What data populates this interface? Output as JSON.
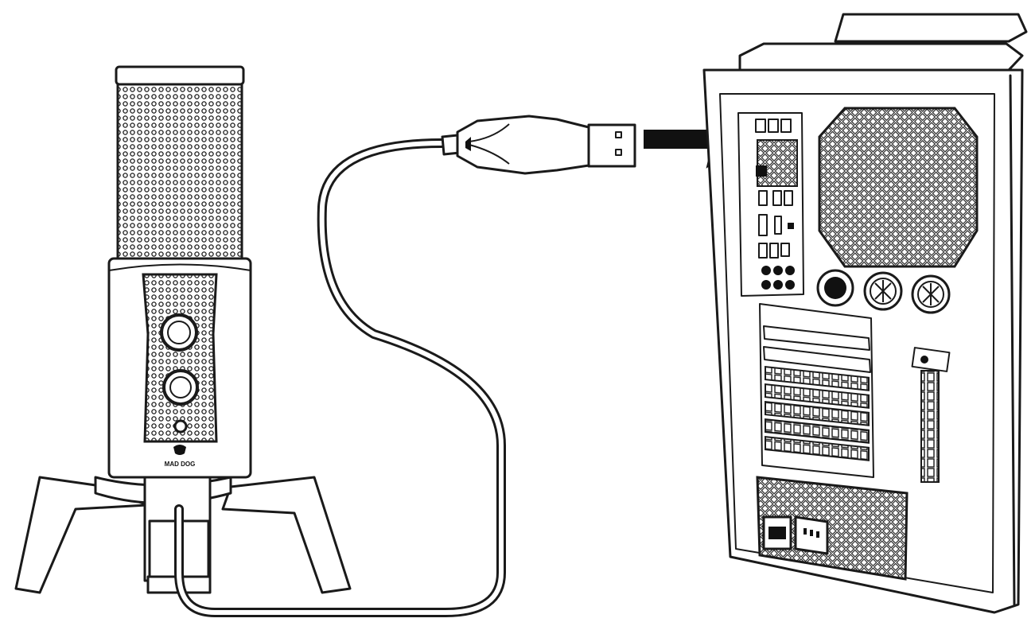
{
  "diagram": {
    "microphone": {
      "brand_label": "MAD DOG"
    },
    "cable": {
      "connector": "usb-a"
    },
    "computer": {
      "type": "desktop-tower-rear"
    },
    "arrow": {
      "direction": "right"
    }
  },
  "colors": {
    "line": "#1a1a1a",
    "fill": "#ffffff",
    "dark": "#111111"
  }
}
